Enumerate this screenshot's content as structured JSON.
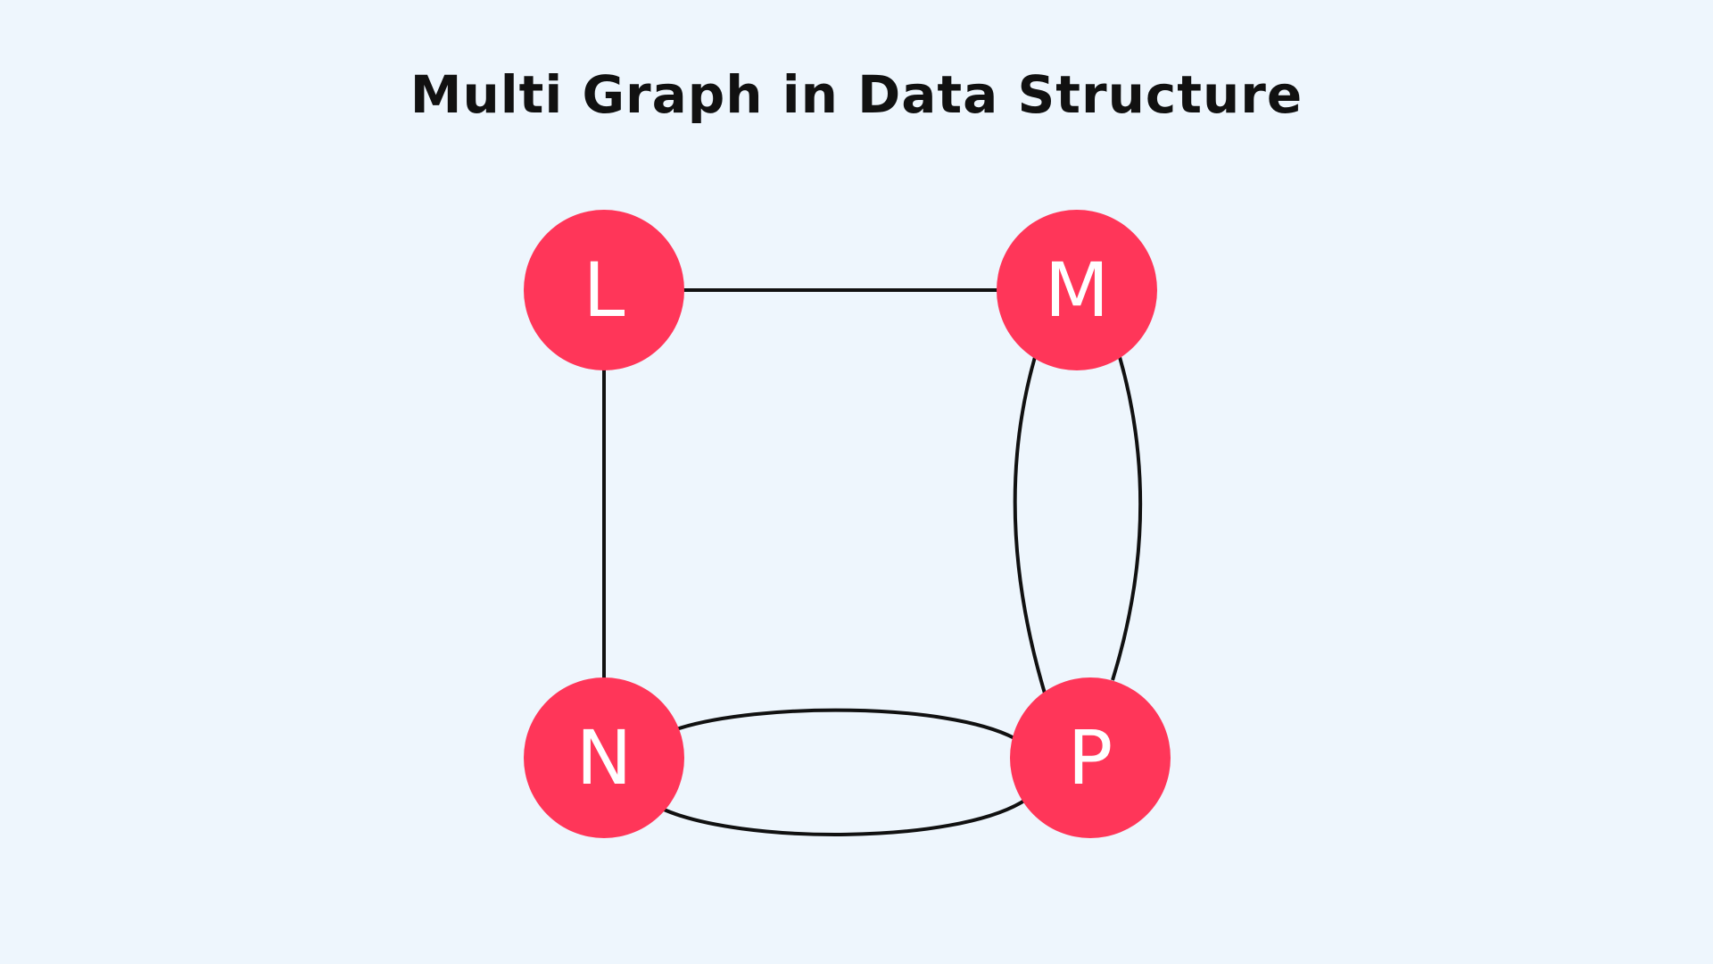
{
  "title": "Multi Graph in Data Structure",
  "colors": {
    "background": "#eef6fd",
    "node_fill": "#ff3659",
    "node_text": "#ffffff",
    "edge": "#111111",
    "title": "#111111"
  },
  "nodes": [
    {
      "id": "L",
      "label": "L"
    },
    {
      "id": "M",
      "label": "M"
    },
    {
      "id": "N",
      "label": "N"
    },
    {
      "id": "P",
      "label": "P"
    }
  ],
  "edges": [
    {
      "from": "L",
      "to": "M"
    },
    {
      "from": "L",
      "to": "N"
    },
    {
      "from": "M",
      "to": "P"
    },
    {
      "from": "M",
      "to": "P"
    },
    {
      "from": "N",
      "to": "P"
    },
    {
      "from": "N",
      "to": "P"
    }
  ]
}
